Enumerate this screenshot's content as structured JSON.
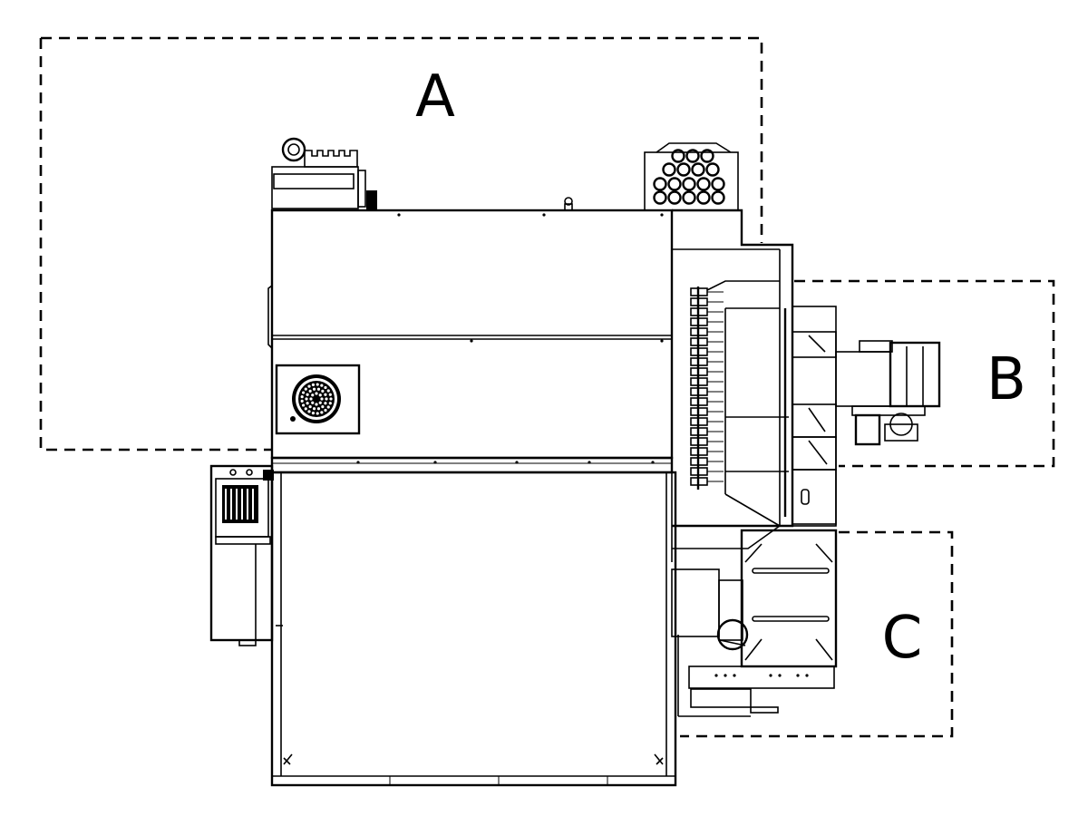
{
  "zones": [
    {
      "id": "A",
      "label": "A"
    },
    {
      "id": "B",
      "label": "B"
    },
    {
      "id": "C",
      "label": "C"
    }
  ],
  "colors": {
    "line": "#000000",
    "background": "#ffffff"
  }
}
